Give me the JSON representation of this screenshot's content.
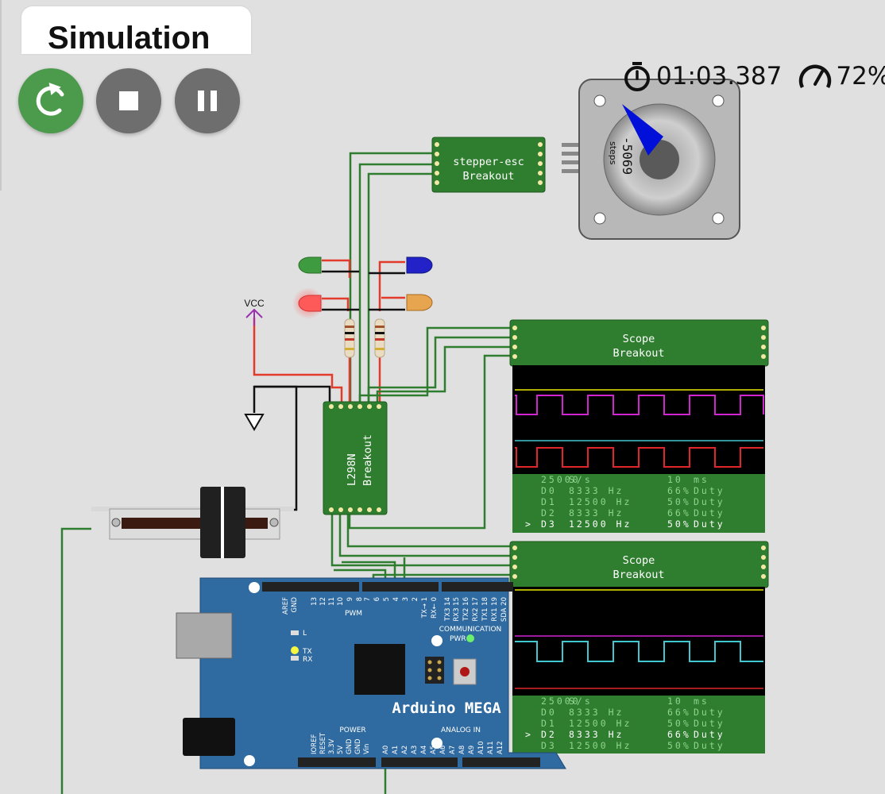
{
  "tab": {
    "title": "Simulation"
  },
  "controls": {
    "restart": "restart-icon",
    "stop": "stop-icon",
    "pause": "pause-icon"
  },
  "status": {
    "time": "01:03.387",
    "speed": "72%"
  },
  "stepper": {
    "label": "-5069",
    "unit": "steps"
  },
  "stepper_esc": {
    "line1": "stepper-esc",
    "line2": "Breakout"
  },
  "l298n": {
    "line1": "L298N",
    "line2": "Breakout"
  },
  "vcc": {
    "label": "VCC"
  },
  "scope1": {
    "title1": "Scope",
    "title2": "Breakout",
    "rows": [
      {
        "cursor": "",
        "c1": "25000",
        "c2": "S/s",
        "c3": "10",
        "c4": "ms"
      },
      {
        "cursor": "",
        "c1": "D0",
        "c2": "8333 Hz",
        "c3": "66%",
        "c4": "Duty"
      },
      {
        "cursor": "",
        "c1": "D1",
        "c2": "12500 Hz",
        "c3": "50%",
        "c4": "Duty"
      },
      {
        "cursor": "",
        "c1": "D2",
        "c2": "8333 Hz",
        "c3": "66%",
        "c4": "Duty"
      },
      {
        "cursor": ">",
        "c1": "D3",
        "c2": "12500 Hz",
        "c3": "50%",
        "c4": "Duty"
      }
    ]
  },
  "scope2": {
    "title1": "Scope",
    "title2": "Breakout",
    "rows": [
      {
        "cursor": "",
        "c1": "25000",
        "c2": "S/s",
        "c3": "10",
        "c4": "ms"
      },
      {
        "cursor": "",
        "c1": "D0",
        "c2": "8333 Hz",
        "c3": "66%",
        "c4": "Duty"
      },
      {
        "cursor": "",
        "c1": "D1",
        "c2": "12500 Hz",
        "c3": "50%",
        "c4": "Duty"
      },
      {
        "cursor": ">",
        "c1": "D2",
        "c2": "8333 Hz",
        "c3": "66%",
        "c4": "Duty"
      },
      {
        "cursor": "",
        "c1": "D3",
        "c2": "12500 Hz",
        "c3": "50%",
        "c4": "Duty"
      }
    ]
  },
  "arduino": {
    "name": "Arduino MEGA",
    "pwm": "PWM",
    "communication": "COMMUNICATION",
    "power": "POWER",
    "analog_in": "ANALOG IN",
    "led_l": "L",
    "led_tx": "TX",
    "led_rx": "RX",
    "pwr": "PWR",
    "top_pins": [
      "AREF",
      "GND",
      "13",
      "12",
      "11",
      "10",
      "9",
      "8",
      "7",
      "6",
      "5",
      "4",
      "3",
      "2",
      "TX→ 1",
      "RX← 0",
      "TX3 14",
      "RX3 15",
      "TX2 16",
      "RX2 17",
      "TX1 18",
      "RX1 19",
      "SDA 20"
    ],
    "power_pins": [
      "IOREF",
      "RESET",
      "3.3V",
      "5V",
      "GND",
      "GND",
      "Vin"
    ],
    "analog_pins": [
      "A0",
      "A1",
      "A2",
      "A3",
      "A4",
      "A5",
      "A6",
      "A7",
      "A8",
      "A9",
      "A10",
      "A11",
      "A12"
    ]
  },
  "colors": {
    "green_btn": "#4c9b4c",
    "gray_btn": "#6e6e6e",
    "board_green": "#2e7d32",
    "arduino_blue": "#2f6aa0",
    "wire_green": "#2f7d2f",
    "wire_red": "#e23b2b",
    "wire_black": "#111111"
  }
}
